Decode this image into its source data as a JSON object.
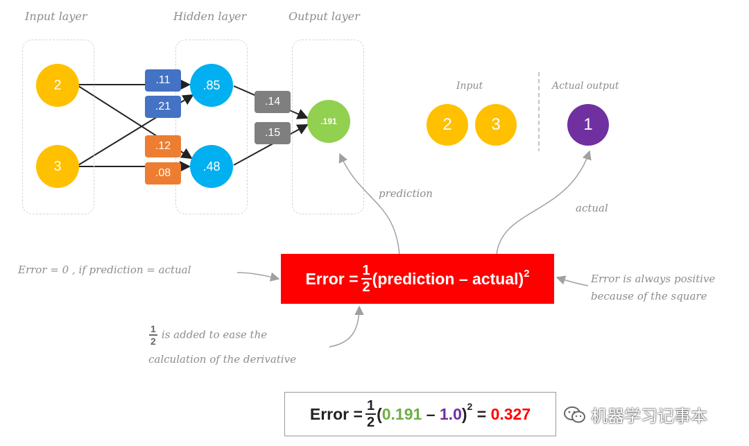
{
  "layers": {
    "input": "Input layer",
    "hidden": "Hidden layer",
    "output": "Output layer"
  },
  "nodes": {
    "input_top": "2",
    "input_bottom": "3",
    "hidden_top": ".85",
    "hidden_bottom": ".48",
    "output": ".191"
  },
  "weights": {
    "w1": ".11",
    "w2": ".21",
    "w3": ".12",
    "w4": ".08",
    "w5": ".14",
    "w6": ".15"
  },
  "right_panel": {
    "input_label": "Input",
    "actual_label": "Actual output",
    "input_values": [
      "2",
      "3"
    ],
    "actual_value": "1"
  },
  "annotations": {
    "prediction": "prediction",
    "actual": "actual",
    "error_zero": "Error = 0 , if prediction = actual",
    "always_positive_1": "Error is always positive",
    "always_positive_2": "because of the square",
    "half_num": "1",
    "half_den": "2",
    "half_text_1": "is added to ease the",
    "half_text_2": "calculation of the derivative"
  },
  "formula": {
    "lhs": "Error =",
    "num": "1",
    "den": "2",
    "body": "(prediction – actual)",
    "power": "2"
  },
  "calc": {
    "lhs": "Error =",
    "num": "1",
    "den": "2",
    "open": "(",
    "pred": "0.191",
    "minus": " – ",
    "actual": "1.0",
    "close": ")",
    "power": "2",
    "eq": " = ",
    "result": "0.327"
  },
  "watermark": "机器学习记事本",
  "colors": {
    "input_node": "#ffc000",
    "hidden_node": "#00b0f0",
    "output_node": "#92d050",
    "actual_node": "#7030a0",
    "weight_blue": "#4472c4",
    "weight_orange": "#ed7d31",
    "weight_gray": "#7f7f7f",
    "error_red": "#ff0000"
  }
}
